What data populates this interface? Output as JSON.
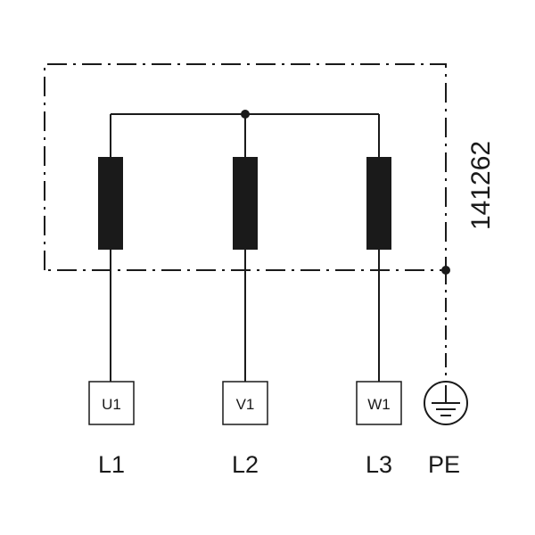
{
  "terminals": {
    "u1": "U1",
    "v1": "V1",
    "w1": "W1"
  },
  "lines": {
    "l1": "L1",
    "l2": "L2",
    "l3": "L3",
    "pe": "PE"
  },
  "drawing_code": "141262",
  "icons": {
    "protective_earth": "earth-ground-icon"
  }
}
